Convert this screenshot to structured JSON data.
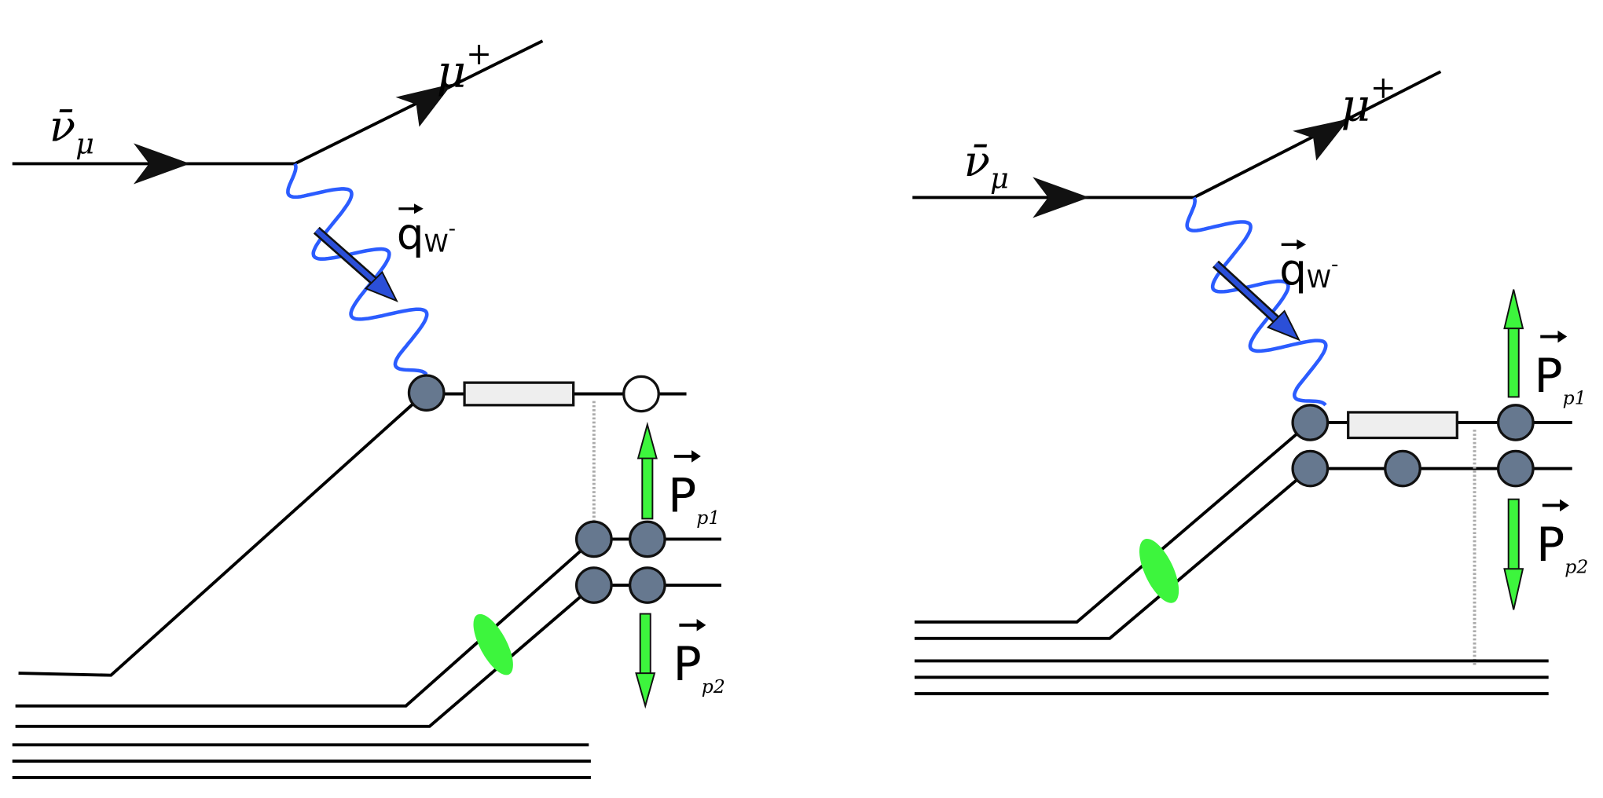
{
  "colors": {
    "wave": "#2b5cff",
    "momentum_arrow": "#2b4fd8",
    "proton_arrow": "#3df53d",
    "node": "#66788f",
    "gluon": "#3df53d"
  },
  "diagrams": [
    {
      "nu_label": "ν̄",
      "nu_sub": "μ",
      "mu_label": "μ",
      "mu_sup": "+",
      "q_label": "q",
      "q_sub": "W",
      "q_sup": "-",
      "p1_label": "P",
      "p1_sub": "p1",
      "p2_label": "P",
      "p2_sub": "p2"
    },
    {
      "nu_label": "ν̄",
      "nu_sub": "μ",
      "mu_label": "μ",
      "mu_sup": "+",
      "q_label": "q",
      "q_sub": "W",
      "q_sup": "-",
      "p1_label": "P",
      "p1_sub": "p1",
      "p2_label": "P",
      "p2_sub": "p2"
    }
  ]
}
